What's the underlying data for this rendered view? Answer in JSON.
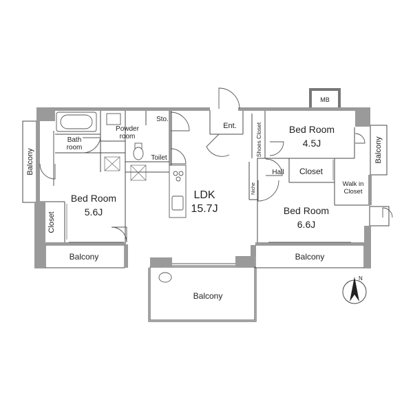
{
  "rooms": {
    "ldk": {
      "name": "LDK",
      "size": "15.7J"
    },
    "bed_sw": {
      "name": "Bed Room",
      "size": "5.6J"
    },
    "bed_ne": {
      "name": "Bed Room",
      "size": "4.5J"
    },
    "bed_e": {
      "name": "Bed Room",
      "size": "6.6J"
    }
  },
  "labels": {
    "mb": "MB",
    "sto": "Sto.",
    "powder_line1": "Powder",
    "powder_line2": "room",
    "bath_line1": "Bath",
    "bath_line2": "room",
    "toilet": "Toilet",
    "ent": "Ent.",
    "shoes_closet": "Shoes Closet",
    "niche": "Niche",
    "hall": "Hall",
    "closet_mid": "Closet",
    "closet_w": "Closet",
    "walkin_line1": "Walk in",
    "walkin_line2": "Closet",
    "balcony_w": "Balcony",
    "balcony_e": "Balcony",
    "balcony_sw": "Balcony",
    "balcony_s": "Balcony",
    "balcony_se": "Balcony",
    "compass": "N"
  }
}
